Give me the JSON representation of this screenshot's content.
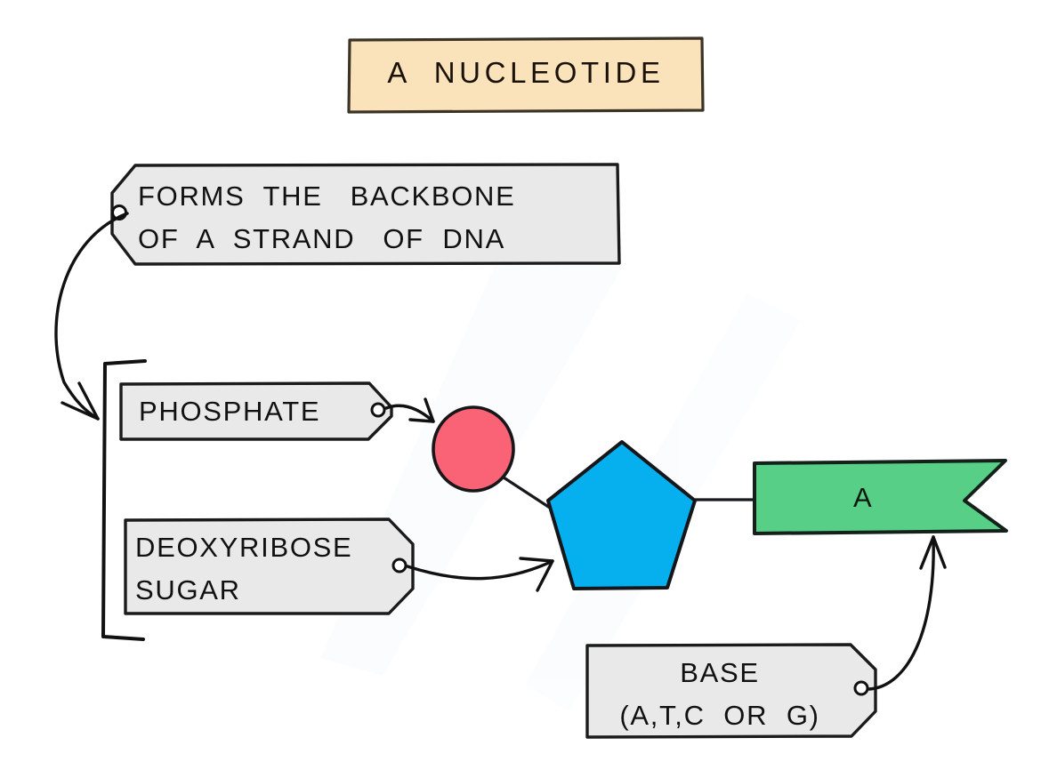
{
  "diagram": {
    "title_banner": {
      "label": "A  NUCLEOTIDE",
      "fill": "#fae3bb",
      "stroke": "#3b3326"
    },
    "callouts": [
      {
        "id": "backbone",
        "line1": "FORMS  THE   BACKBONE",
        "line2": "OF  A  STRAND   OF  DNA",
        "fill": "#e9e9e9",
        "stroke": "#1b1b1b",
        "eyelet_side": "left"
      },
      {
        "id": "phosphate",
        "line1": "PHOSPHATE",
        "line2": "",
        "fill": "#e9e9e9",
        "stroke": "#1b1b1b",
        "eyelet_side": "right"
      },
      {
        "id": "sugar",
        "line1": "DEOXYRIBOSE",
        "line2": "SUGAR",
        "fill": "#e9e9e9",
        "stroke": "#1b1b1b",
        "eyelet_side": "right"
      },
      {
        "id": "base",
        "line1": "BASE",
        "line2": "(A,T,C  OR  G)",
        "fill": "#e9e9e9",
        "stroke": "#1b1b1b",
        "eyelet_side": "right"
      }
    ],
    "molecule": {
      "phosphate_circle": {
        "name": "phosphate",
        "fill": "#fa6375",
        "stroke": "#17171a"
      },
      "sugar_pentagon": {
        "name": "deoxyribose sugar",
        "fill": "#06b0ef",
        "stroke": "#14161a"
      },
      "base_flag": {
        "name": "base",
        "label": "A",
        "fill": "#57cf87",
        "stroke": "#14211a"
      }
    },
    "bracket": {
      "label": "groups phosphate and sugar",
      "stroke": "#111111"
    },
    "arrows": [
      {
        "id": "backbone-to-bracket",
        "from": "backbone",
        "to": "bracket"
      },
      {
        "id": "phosphate-to-circle",
        "from": "phosphate",
        "to": "phosphate-circle"
      },
      {
        "id": "sugar-to-pentagon",
        "from": "sugar",
        "to": "sugar-pentagon"
      },
      {
        "id": "base-to-flag",
        "from": "base",
        "to": "base-flag"
      }
    ]
  }
}
